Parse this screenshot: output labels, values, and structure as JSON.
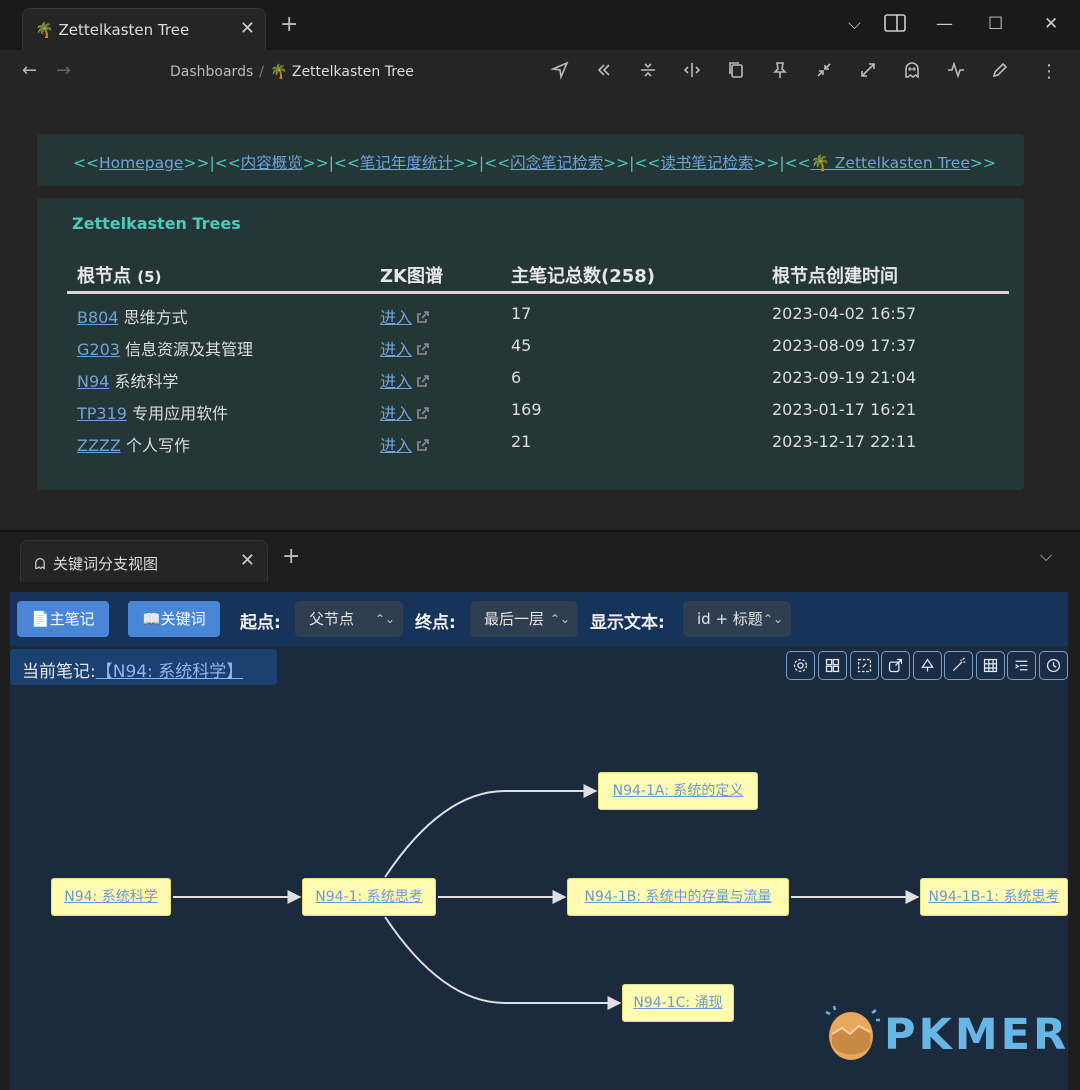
{
  "window": {
    "tab_title": "🌴 Zettelkasten Tree",
    "tab_close": "✕",
    "new_tab": "+",
    "controls": {
      "chevron": "⌵",
      "minimize": "—",
      "maximize": "☐",
      "close": "✕"
    }
  },
  "nav": {
    "back": "←",
    "forward": "→",
    "breadcrumb_parent": "Dashboards",
    "breadcrumb_sep": "/",
    "breadcrumb_current": "🌴 Zettelkasten Tree",
    "more": "⋮"
  },
  "navlinks": {
    "open": "<<",
    "close": ">>",
    "pipe": "|",
    "items": [
      "Homepage",
      "内容概览",
      "笔记年度统计",
      "闪念笔记检索",
      "读书笔记检索",
      "🌴 Zettelkasten Tree"
    ]
  },
  "trees": {
    "title": "Zettelkasten Trees",
    "headers": {
      "root": "根节点",
      "root_count": "(5)",
      "graph": "ZK图谱",
      "total": "主笔记总数(258)",
      "created": "根节点创建时间"
    },
    "rows": [
      {
        "id": "B804",
        "name": "思维方式",
        "link": "进入",
        "count": "17",
        "created": "2023-04-02 16:57"
      },
      {
        "id": "G203",
        "name": "信息资源及其管理",
        "link": "进入",
        "count": "45",
        "created": "2023-08-09 17:37"
      },
      {
        "id": "N94",
        "name": "系统科学",
        "link": "进入",
        "count": "6",
        "created": "2023-09-19 21:04"
      },
      {
        "id": "TP319",
        "name": "专用应用软件",
        "link": "进入",
        "count": "169",
        "created": "2023-01-17 16:21"
      },
      {
        "id": "ZZZZ",
        "name": "个人写作",
        "link": "进入",
        "count": "21",
        "created": "2023-12-17 22:11"
      }
    ]
  },
  "pane2": {
    "tab_title": "关键词分支视图",
    "tab_close": "✕",
    "new_tab": "+",
    "chevron": "⌵"
  },
  "toolbar": {
    "main_notes": "📄主笔记",
    "keywords": "📖关键词",
    "start_label": "起点:",
    "start_value": "父节点",
    "end_label": "终点:",
    "end_value": "最后一层",
    "display_label": "显示文本:",
    "display_value": "id + 标题",
    "select_arrow": "⌃⌄"
  },
  "current_note": {
    "label": "当前笔记:",
    "link": "【N94: 系统科学】"
  },
  "graph": {
    "nodes": [
      {
        "id": "n0",
        "label": "N94: 系统科学"
      },
      {
        "id": "n1",
        "label": "N94-1: 系统思考"
      },
      {
        "id": "n2",
        "label": "N94-1A: 系统的定义"
      },
      {
        "id": "n3",
        "label": "N94-1B: 系统中的存量与流量"
      },
      {
        "id": "n4",
        "label": "N94-1C: 涌现"
      },
      {
        "id": "n5",
        "label": "N94-1B-1: 系统思考"
      }
    ],
    "edges": [
      [
        "n0",
        "n1"
      ],
      [
        "n1",
        "n2"
      ],
      [
        "n1",
        "n3"
      ],
      [
        "n1",
        "n4"
      ],
      [
        "n3",
        "n5"
      ]
    ]
  },
  "logo": {
    "text": "PKMER",
    "color": "#67b7e6"
  },
  "colors": {
    "accent": "#4fc8c0",
    "link": "#70a4d8",
    "node_bg": "#fffbb0",
    "button": "#4a86d8"
  }
}
